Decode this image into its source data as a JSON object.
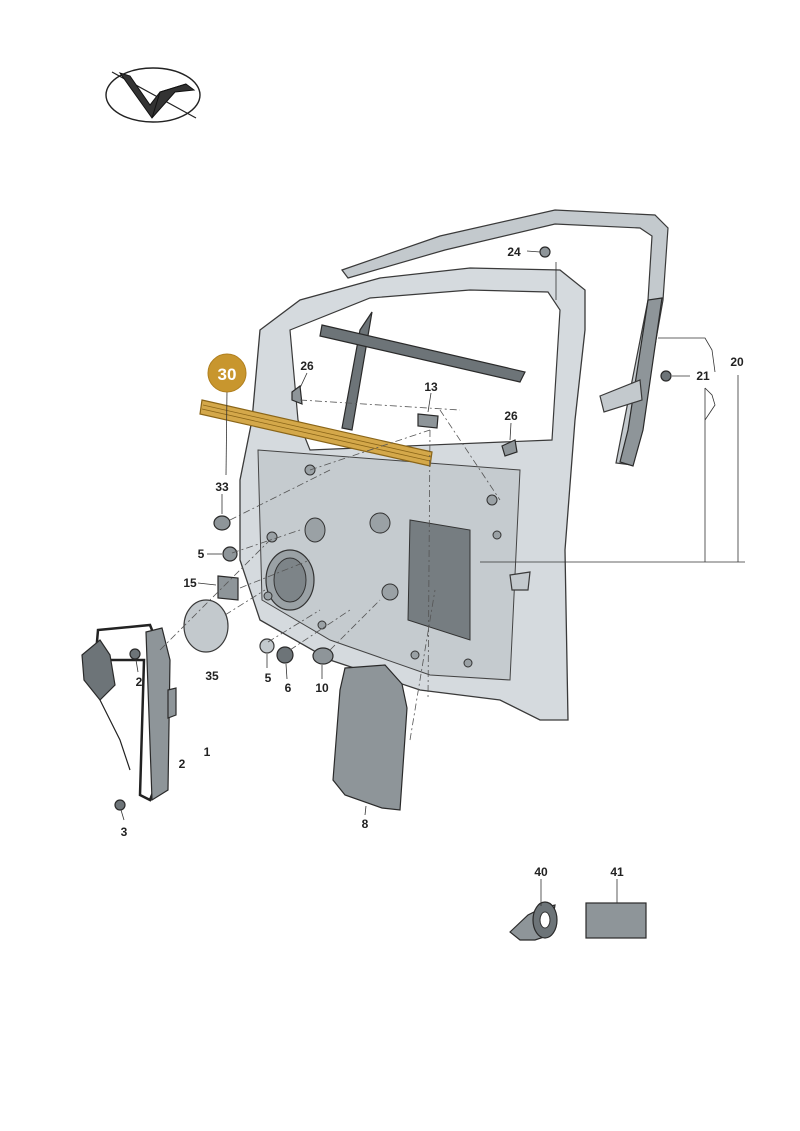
{
  "highlight": {
    "number": "30",
    "color": "#c8962e",
    "strip_color": "#d4a84a"
  },
  "callouts": {
    "c24": "24",
    "c26a": "26",
    "c26b": "26",
    "c13": "13",
    "c21": "21",
    "c20": "20",
    "c33": "33",
    "c5a": "5",
    "c15": "15",
    "c35": "35",
    "c2a": "2",
    "c2b": "2",
    "c1": "1",
    "c3": "3",
    "c5b": "5",
    "c6": "6",
    "c10": "10",
    "c8": "8",
    "c40": "40",
    "c41": "41"
  },
  "logo": {
    "icon": "check-arrow-logo"
  }
}
